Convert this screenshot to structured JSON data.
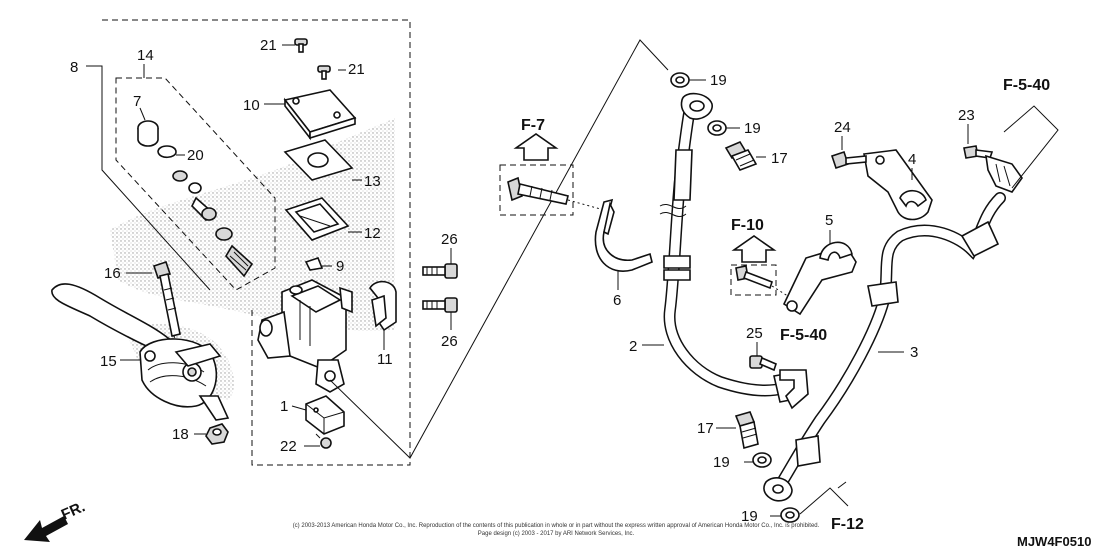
{
  "callouts": [
    {
      "id": "c8",
      "label": "8"
    },
    {
      "id": "c14",
      "label": "14"
    },
    {
      "id": "c7",
      "label": "7"
    },
    {
      "id": "c20",
      "label": "20"
    },
    {
      "id": "c21a",
      "label": "21"
    },
    {
      "id": "c21b",
      "label": "21"
    },
    {
      "id": "c10",
      "label": "10"
    },
    {
      "id": "c13",
      "label": "13"
    },
    {
      "id": "c12",
      "label": "12"
    },
    {
      "id": "c9",
      "label": "9"
    },
    {
      "id": "c16",
      "label": "16"
    },
    {
      "id": "c15",
      "label": "15"
    },
    {
      "id": "c18",
      "label": "18"
    },
    {
      "id": "c1",
      "label": "1"
    },
    {
      "id": "c22",
      "label": "22"
    },
    {
      "id": "c11",
      "label": "11"
    },
    {
      "id": "c26a",
      "label": "26"
    },
    {
      "id": "c26b",
      "label": "26"
    },
    {
      "id": "c6",
      "label": "6"
    },
    {
      "id": "c2",
      "label": "2"
    },
    {
      "id": "c19a",
      "label": "19"
    },
    {
      "id": "c19b",
      "label": "19"
    },
    {
      "id": "c17a",
      "label": "17"
    },
    {
      "id": "c5",
      "label": "5"
    },
    {
      "id": "c25",
      "label": "25"
    },
    {
      "id": "c17b",
      "label": "17"
    },
    {
      "id": "c19c",
      "label": "19"
    },
    {
      "id": "c19d",
      "label": "19"
    },
    {
      "id": "c24",
      "label": "24"
    },
    {
      "id": "c4",
      "label": "4"
    },
    {
      "id": "c23",
      "label": "23"
    },
    {
      "id": "c3",
      "label": "3"
    }
  ],
  "references": {
    "f7": "F-7",
    "f10": "F-10",
    "f540_top": "F-5-40",
    "f540_mid": "F-5-40",
    "f12": "F-12"
  },
  "direction_label": "FR.",
  "copyright_line1": "(c) 2003-2013 American Honda Motor Co., Inc. Reproduction of the contents of this publication in whole or in part without the express written approval of American Honda Motor Co., Inc. is prohibited.",
  "copyright_line2": "Page design (c) 2003 - 2017 by ARI Network Services, Inc.",
  "diagram_code": "MJW4F0510",
  "colors": {
    "ink": "#111111",
    "background": "#ffffff",
    "shading": "#cfcfcf"
  }
}
